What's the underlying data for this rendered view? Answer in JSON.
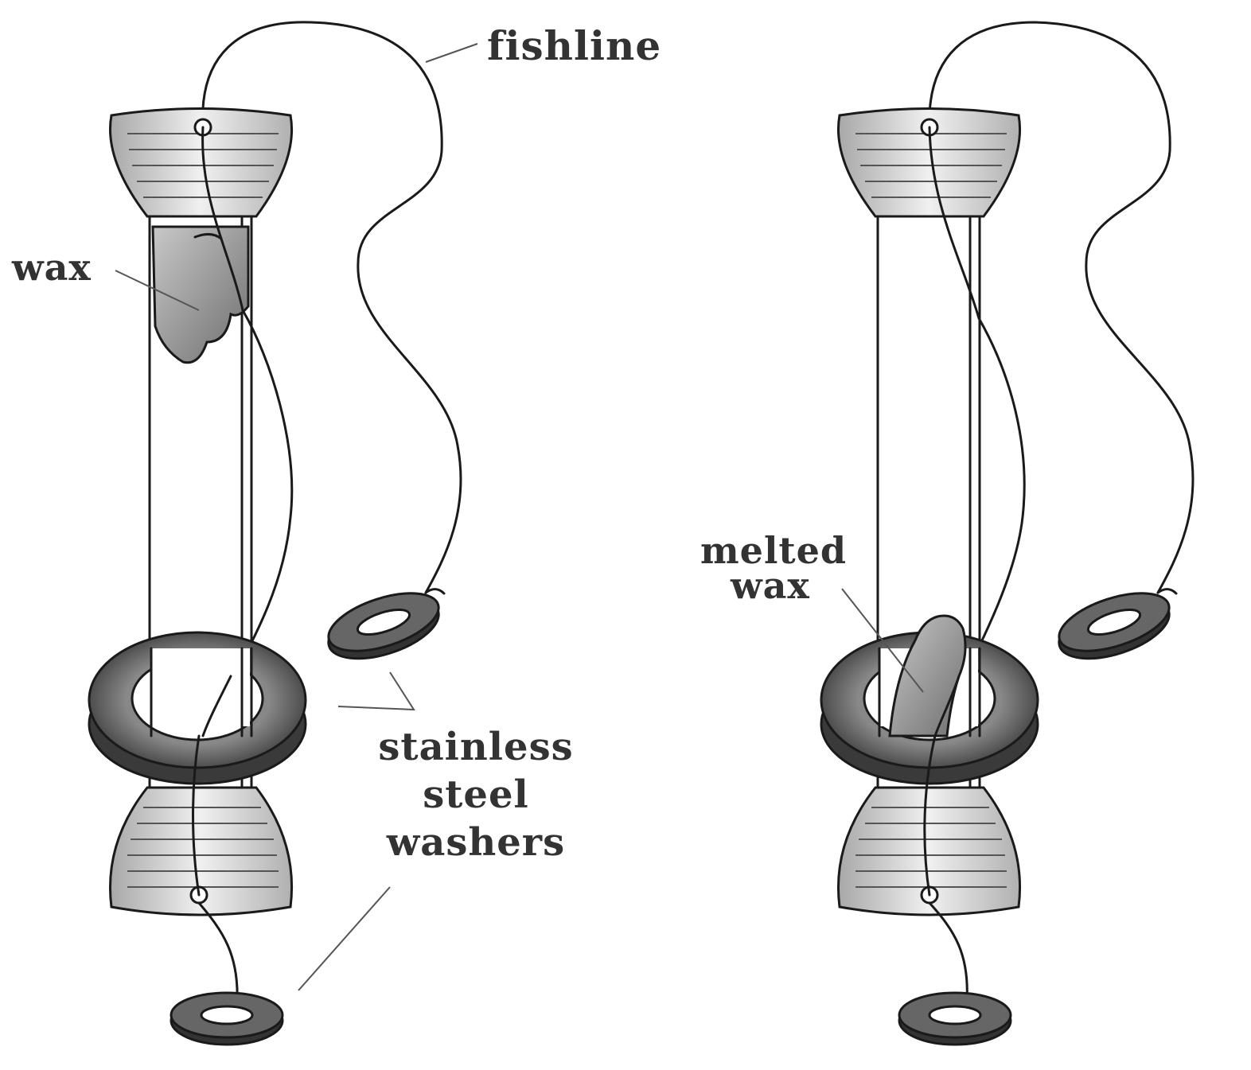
{
  "labels": {
    "fishline": "fishline",
    "wax": "wax",
    "melted_line1": "melted",
    "melted_line2": "wax",
    "washers_line1": "stainless",
    "washers_line2": "steel",
    "washers_line3": "washers"
  },
  "colors": {
    "ink": "#1a1a1a",
    "wax": "#9a9a9a",
    "cap": "#d8d8d8",
    "washer": "#555555",
    "label": "#333333"
  }
}
